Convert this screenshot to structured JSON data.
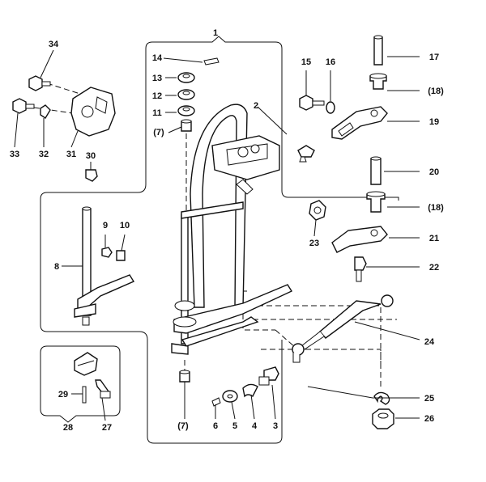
{
  "labels": {
    "l1": "1",
    "l2": "2",
    "l3": "3",
    "l4": "4",
    "l5": "5",
    "l6": "6",
    "l7a": "(7)",
    "l7b": "(7)",
    "l8": "8",
    "l9": "9",
    "l10": "10",
    "l11": "11",
    "l12": "12",
    "l13": "13",
    "l14": "14",
    "l15": "15",
    "l16": "16",
    "l17": "17",
    "l18a": "(18)",
    "l18b": "(18)",
    "l19": "19",
    "l20": "20",
    "l21": "21",
    "l22": "22",
    "l23": "23",
    "l24": "24",
    "l25": "25",
    "l26": "26",
    "l27": "27",
    "l28": "28",
    "l29": "29",
    "l30": "30",
    "l31": "31",
    "l32": "32",
    "l33": "33",
    "l34": "34"
  }
}
